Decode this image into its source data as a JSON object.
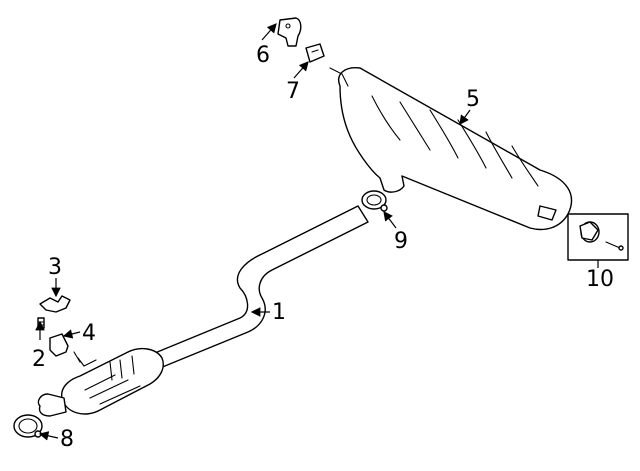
{
  "callouts": [
    {
      "id": "1",
      "label": "1"
    },
    {
      "id": "2",
      "label": "2"
    },
    {
      "id": "3",
      "label": "3"
    },
    {
      "id": "4",
      "label": "4"
    },
    {
      "id": "5",
      "label": "5"
    },
    {
      "id": "6",
      "label": "6"
    },
    {
      "id": "7",
      "label": "7"
    },
    {
      "id": "8",
      "label": "8"
    },
    {
      "id": "9",
      "label": "9"
    },
    {
      "id": "10",
      "label": "10"
    }
  ],
  "colors": {
    "line": "#000000",
    "background": "#ffffff"
  }
}
